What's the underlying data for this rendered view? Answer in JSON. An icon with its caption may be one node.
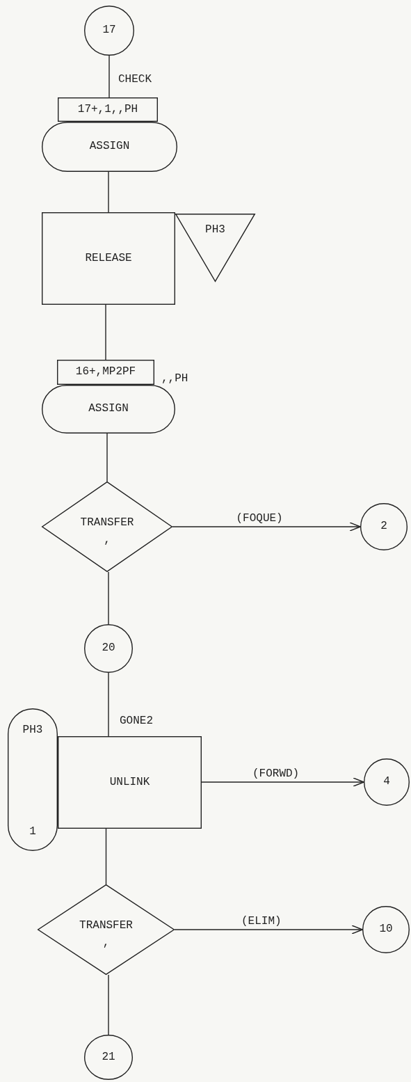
{
  "diagram": {
    "nodes": [
      {
        "text": [
          "17"
        ]
      },
      {
        "text": [
          "17+,1,,PH"
        ],
        "beside": [
          "CHECK"
        ]
      },
      {
        "text": [
          "ASSIGN"
        ]
      },
      {
        "text": [
          "RELEASE"
        ]
      },
      {
        "text": [
          "PH3"
        ]
      },
      {
        "text": [
          "16+,MP2PF"
        ]
      },
      {
        "text": [
          "ASSIGN"
        ],
        "beside": [
          ",,PH"
        ]
      },
      {
        "text": [
          "TRANSFER",
          ","
        ]
      },
      {
        "text": [
          "2"
        ]
      },
      {
        "text": [
          "20"
        ]
      },
      {
        "text": [
          "UNLINK"
        ],
        "beside": [
          "GONE2"
        ]
      },
      {
        "text": [
          "PH3",
          "1"
        ]
      },
      {
        "text": [
          "4"
        ]
      },
      {
        "text": [
          "TRANSFER",
          ","
        ]
      },
      {
        "text": [
          "10"
        ]
      },
      {
        "text": [
          "21"
        ]
      }
    ],
    "edges": [
      {
        "from": 0,
        "to": 1,
        "arrow": "none"
      },
      {
        "from": 2,
        "to": 3,
        "arrow": "none"
      },
      {
        "from": 3,
        "to": 5,
        "arrow": "none"
      },
      {
        "from": 6,
        "to": 7,
        "arrow": "none"
      },
      {
        "from": 7,
        "to": 8,
        "arrow": "to",
        "label": "(FOQUE)"
      },
      {
        "from": 7,
        "to": 9,
        "arrow": "none"
      },
      {
        "from": 9,
        "to": 10,
        "arrow": "none"
      },
      {
        "from": 10,
        "to": 12,
        "arrow": "to",
        "label": "(FORWD)"
      },
      {
        "from": 10,
        "to": 13,
        "arrow": "none"
      },
      {
        "from": 13,
        "to": 14,
        "arrow": "to",
        "label": "(ELIM)"
      },
      {
        "from": 13,
        "to": 15,
        "arrow": "none"
      }
    ]
  }
}
